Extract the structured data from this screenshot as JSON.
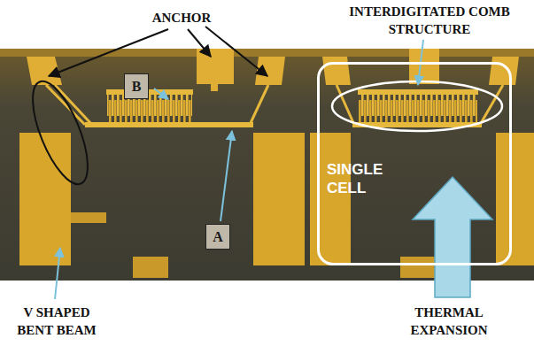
{
  "diagram": {
    "nodes": [
      {
        "text": [
          "B"
        ]
      },
      {
        "text": [
          "SINGLE CELL"
        ]
      },
      {
        "text": [
          "A"
        ]
      }
    ],
    "labels": [
      "ANCHOR",
      "INTERDIGITATED COMB STRUCTURE",
      "V SHAPED BENT BEAM",
      "THERMAL EXPANSION"
    ]
  }
}
